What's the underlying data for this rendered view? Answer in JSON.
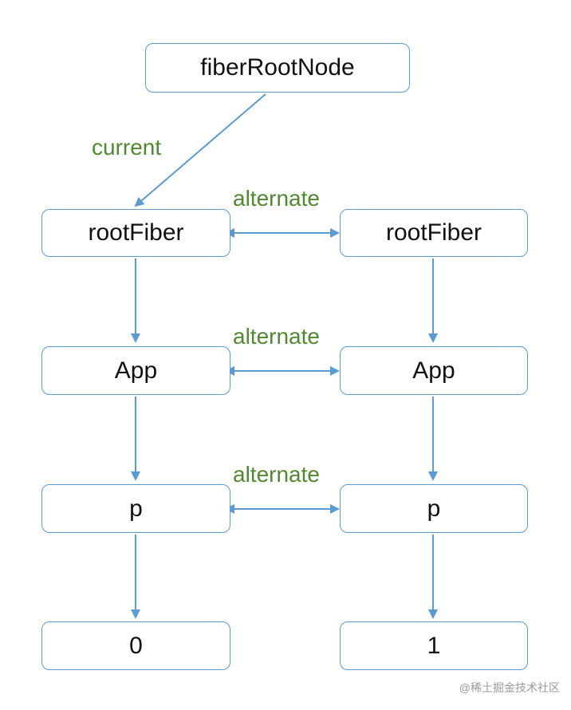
{
  "nodes": {
    "fiber_root_node": "fiberRootNode",
    "left_root_fiber": "rootFiber",
    "right_root_fiber": "rootFiber",
    "left_app": "App",
    "right_app": "App",
    "left_p": "p",
    "right_p": "p",
    "left_text": "0",
    "right_text": "1"
  },
  "edge_labels": {
    "current": "current",
    "alternate_root": "alternate",
    "alternate_app": "alternate",
    "alternate_p": "alternate"
  },
  "watermark": "@稀土掘金技术社区",
  "colors": {
    "node_border": "#5a9bd5",
    "arrow": "#5a9bd5",
    "label_green": "#4f8a2f"
  }
}
